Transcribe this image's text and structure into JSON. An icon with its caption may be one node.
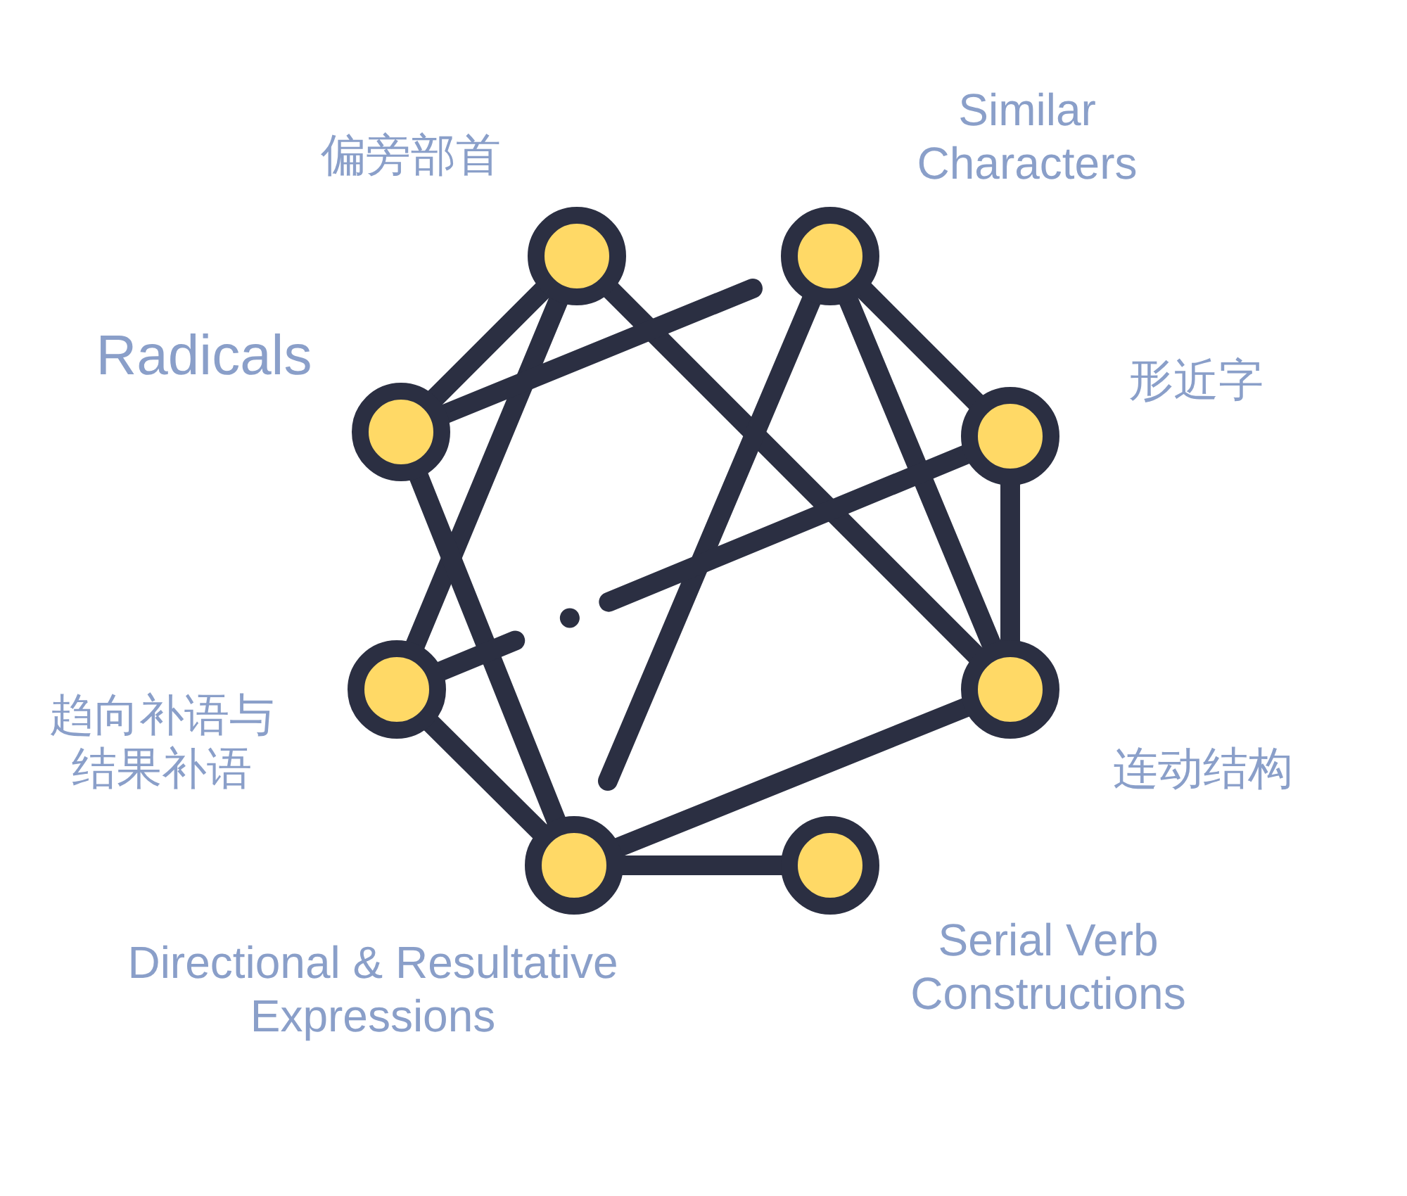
{
  "diagram": {
    "nodes": [
      {
        "text": [],
        "shape": "circle",
        "beside": [
          "偏旁部首"
        ]
      },
      {
        "text": [],
        "shape": "circle",
        "beside": [
          "Similar Characters"
        ]
      },
      {
        "text": [],
        "shape": "circle",
        "beside": [
          "Radicals"
        ]
      },
      {
        "text": [],
        "shape": "circle",
        "beside": [
          "形近字"
        ]
      },
      {
        "text": [],
        "shape": "circle",
        "beside": [
          "趋向补语与结果补语"
        ]
      },
      {
        "text": [],
        "shape": "circle",
        "beside": [
          "连动结构"
        ]
      },
      {
        "text": [],
        "shape": "circle",
        "beside": [
          "Directional & Resultative Expressions"
        ]
      },
      {
        "text": [],
        "shape": "circle",
        "beside": [
          "Serial Verb Constructions"
        ]
      }
    ],
    "edges": [
      {
        "from": 0,
        "to": 2,
        "arrow": "none"
      },
      {
        "from": 0,
        "to": 4,
        "arrow": "none"
      },
      {
        "from": 0,
        "to": 5,
        "arrow": "none"
      },
      {
        "from": 2,
        "to": 6,
        "arrow": "none"
      },
      {
        "from": 2,
        "to": null,
        "arrow": "none"
      },
      {
        "from": 1,
        "to": 3,
        "arrow": "none"
      },
      {
        "from": 1,
        "to": 5,
        "arrow": "none"
      },
      {
        "from": 1,
        "to": null,
        "arrow": "none"
      },
      {
        "from": 3,
        "to": 5,
        "arrow": "none"
      },
      {
        "from": 4,
        "to": 3,
        "arrow": "none",
        "style": "dashed"
      },
      {
        "from": 4,
        "to": 6,
        "arrow": "none"
      },
      {
        "from": 6,
        "to": 5,
        "arrow": "none"
      },
      {
        "from": 6,
        "to": 7,
        "arrow": "none"
      }
    ]
  }
}
